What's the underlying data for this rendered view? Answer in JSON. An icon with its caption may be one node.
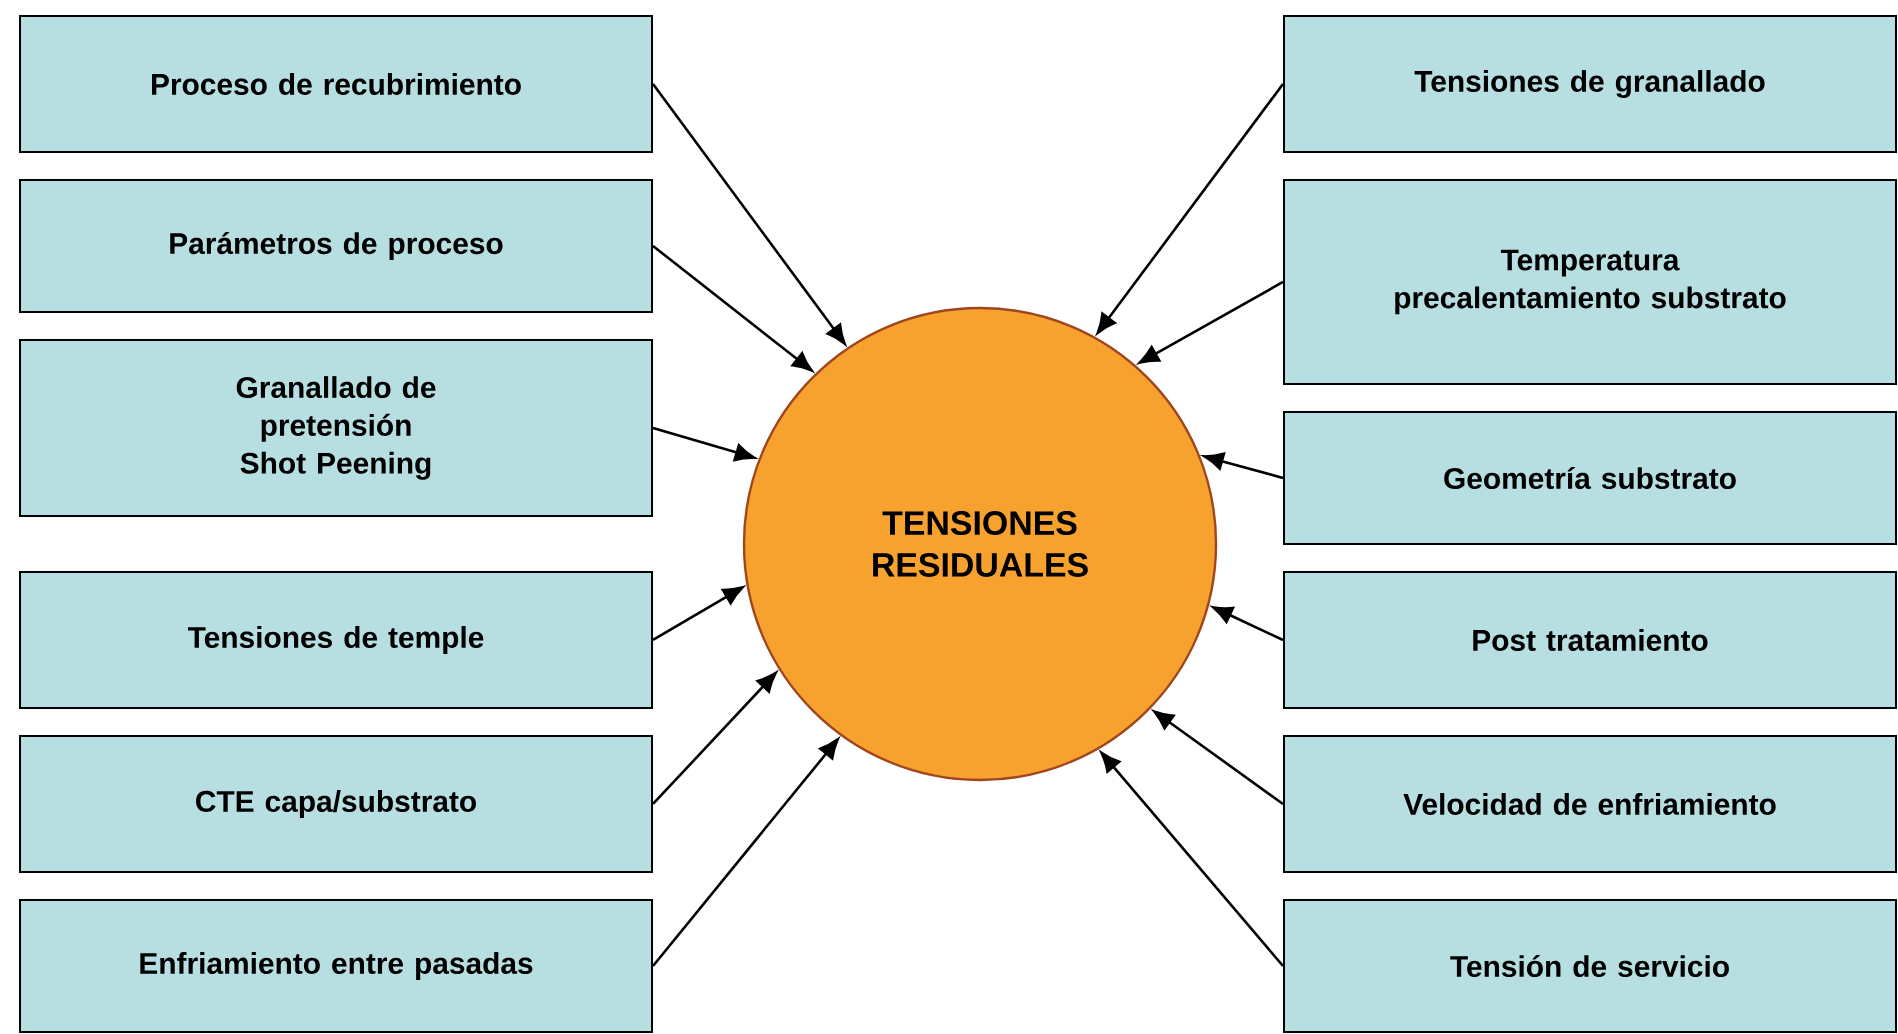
{
  "diagram": {
    "nodes": [
      {
        "text": [
          "Proceso de recubrimiento"
        ]
      },
      {
        "text": [
          "Parámetros de proceso"
        ]
      },
      {
        "text": [
          "Granallado de pretensión Shot Peening"
        ]
      },
      {
        "text": [
          "Tensiones de temple"
        ]
      },
      {
        "text": [
          "CTE capa/substrato"
        ]
      },
      {
        "text": [
          "Enfriamiento entre pasadas"
        ]
      },
      {
        "text": [
          "TENSIONES RESIDUALES"
        ]
      },
      {
        "text": [
          "Tensiones de granallado"
        ]
      },
      {
        "text": [
          "Temperatura precalentamiento substrato"
        ]
      },
      {
        "text": [
          "Geometría substrato"
        ]
      },
      {
        "text": [
          "Post tratamiento"
        ]
      },
      {
        "text": [
          "Velocidad de enfriamiento"
        ]
      },
      {
        "text": [
          "Tensión de servicio"
        ]
      }
    ],
    "edges": [
      {
        "from": 0,
        "to": 6,
        "arrow": "to"
      },
      {
        "from": 1,
        "to": 6,
        "arrow": "to"
      },
      {
        "from": 2,
        "to": 6,
        "arrow": "to"
      },
      {
        "from": 3,
        "to": 6,
        "arrow": "to"
      },
      {
        "from": 4,
        "to": 6,
        "arrow": "to"
      },
      {
        "from": 5,
        "to": 6,
        "arrow": "to"
      },
      {
        "from": 7,
        "to": 6,
        "arrow": "to"
      },
      {
        "from": 8,
        "to": 6,
        "arrow": "to"
      },
      {
        "from": 9,
        "to": 6,
        "arrow": "to"
      },
      {
        "from": 10,
        "to": 6,
        "arrow": "to"
      },
      {
        "from": 11,
        "to": 6,
        "arrow": "to"
      },
      {
        "from": 12,
        "to": 6,
        "arrow": "to"
      }
    ]
  }
}
